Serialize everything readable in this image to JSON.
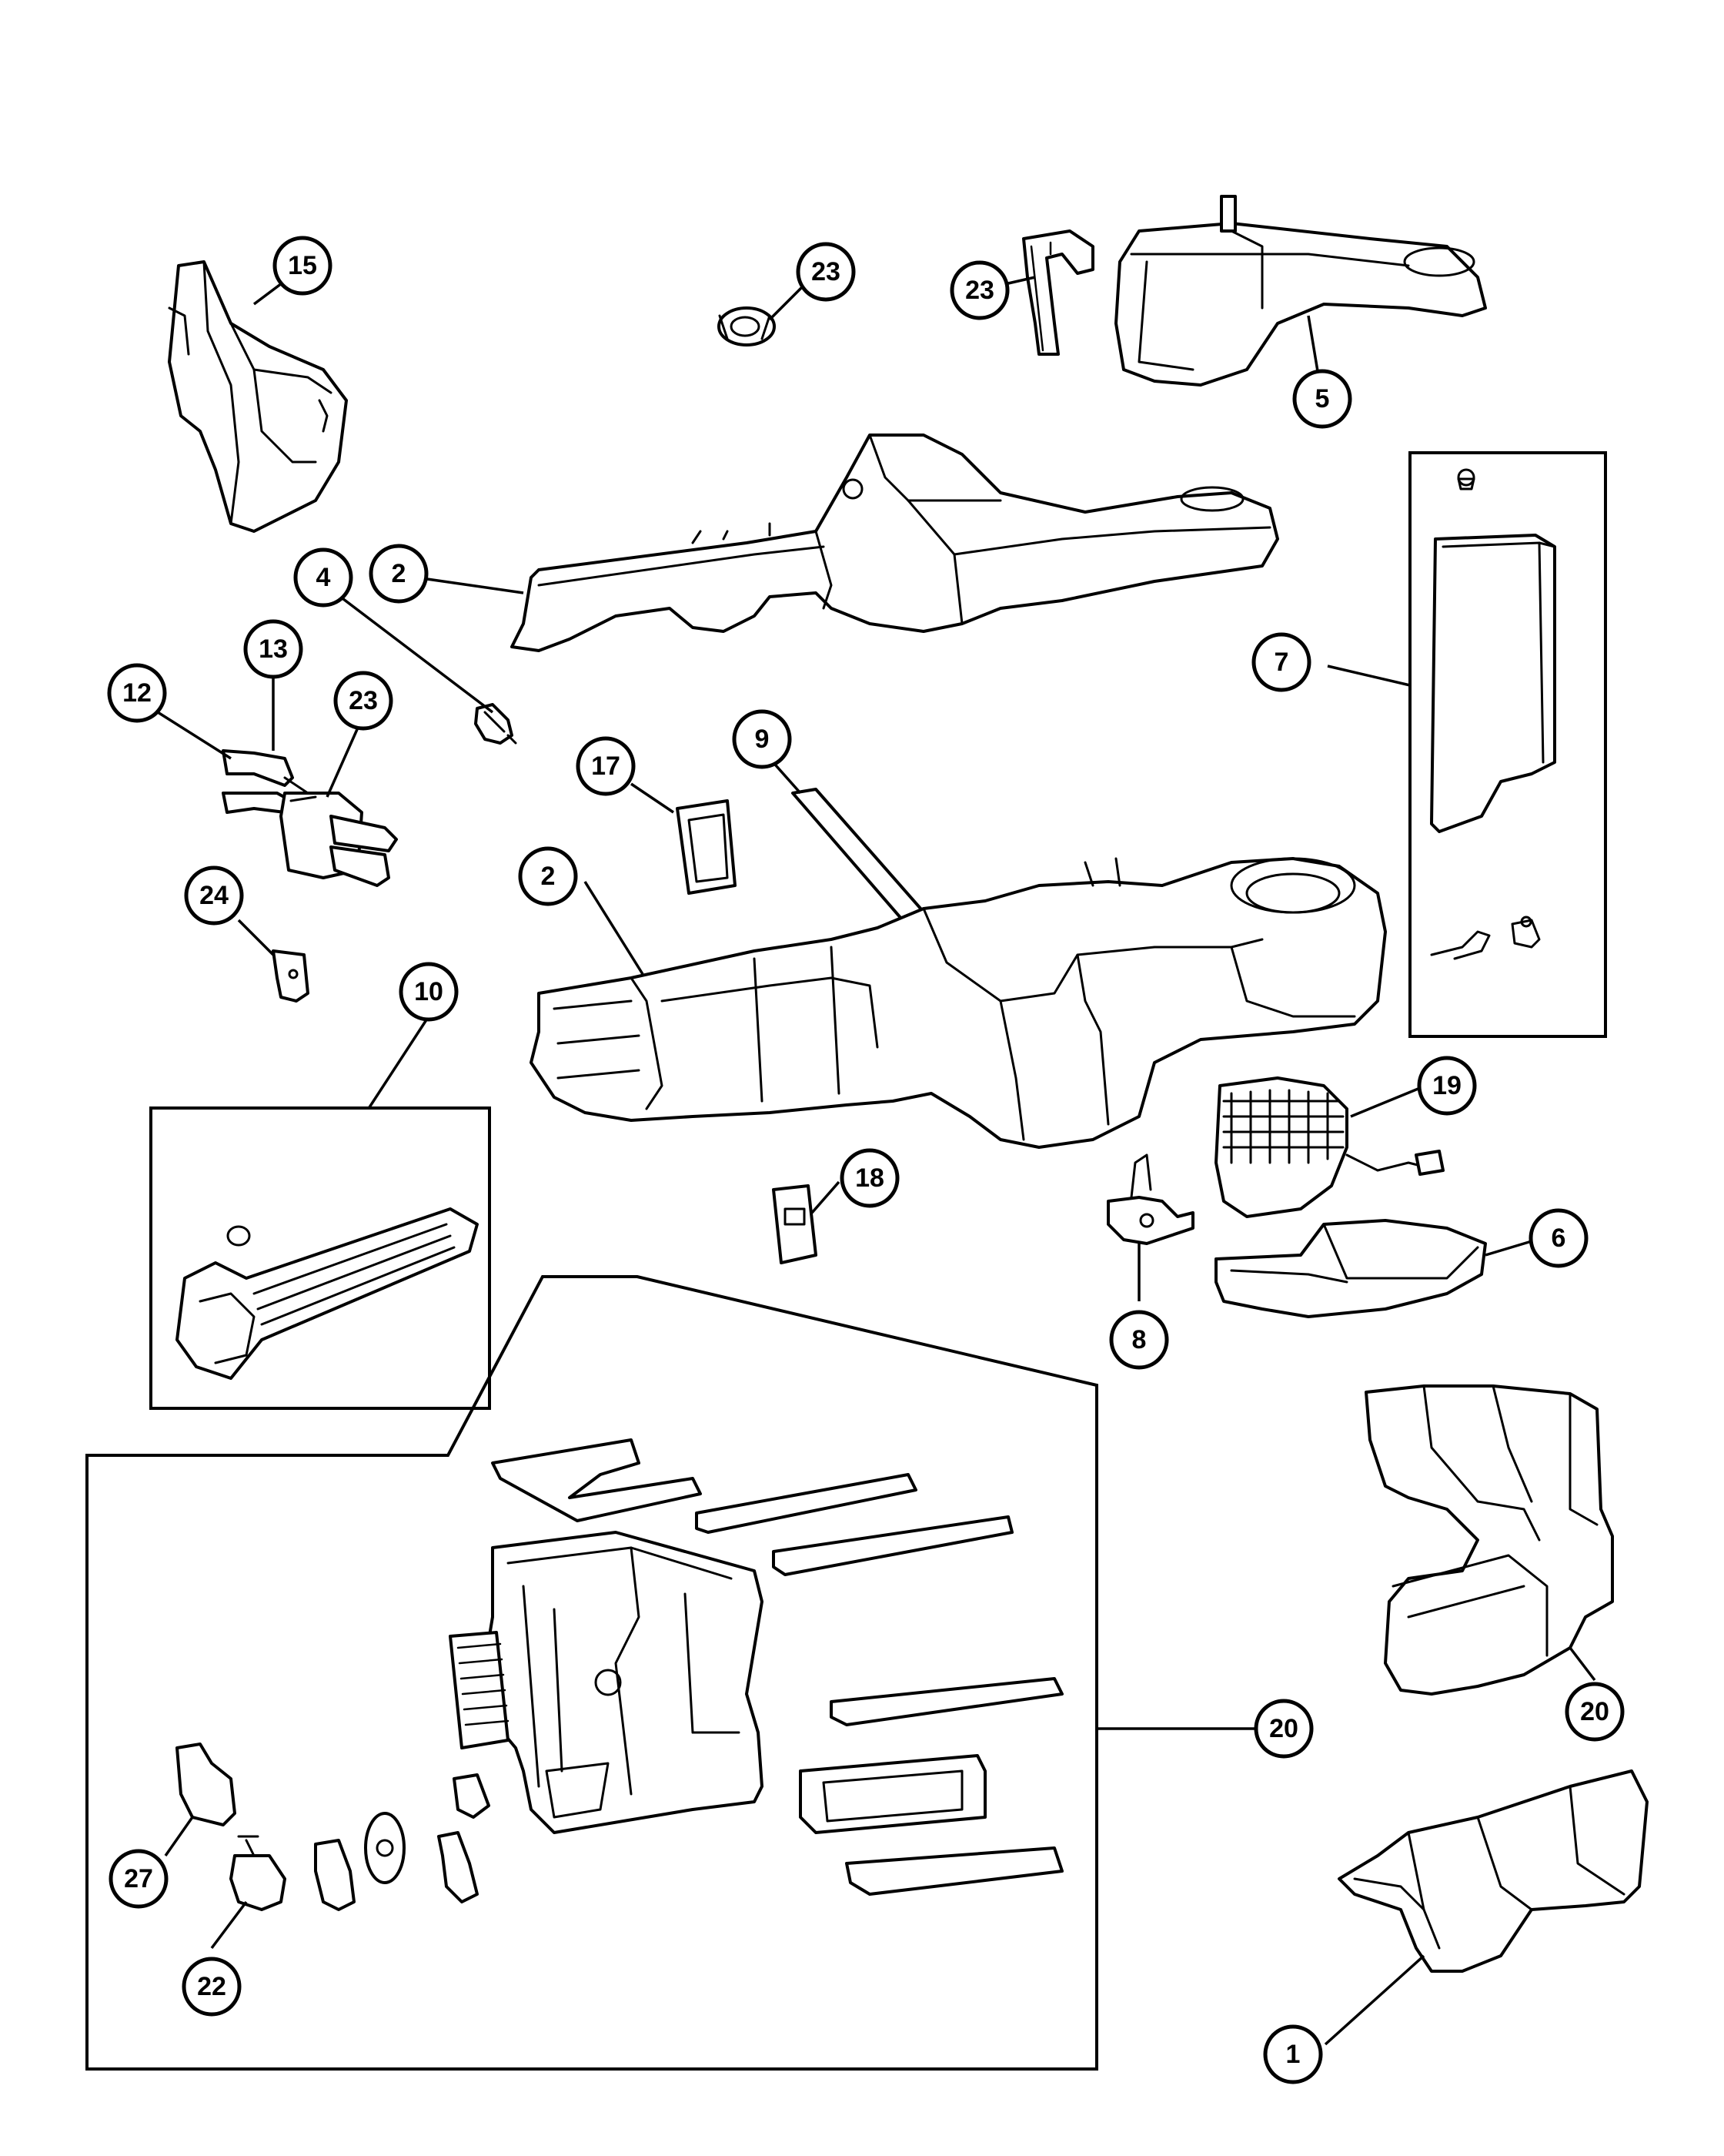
{
  "callouts": {
    "c15": "15",
    "c23a": "23",
    "c23b": "23",
    "c5": "5",
    "c2a": "2",
    "c4": "4",
    "c13": "13",
    "c12": "12",
    "c23c": "23",
    "c7": "7",
    "c17": "17",
    "c9": "9",
    "c2b": "2",
    "c24": "24",
    "c10": "10",
    "c19": "19",
    "c18": "18",
    "c6": "6",
    "c8": "8",
    "c20a": "20",
    "c20b": "20",
    "c27": "27",
    "c22": "22",
    "c1": "1"
  },
  "colors": {
    "line": "#000000",
    "background": "#ffffff"
  }
}
